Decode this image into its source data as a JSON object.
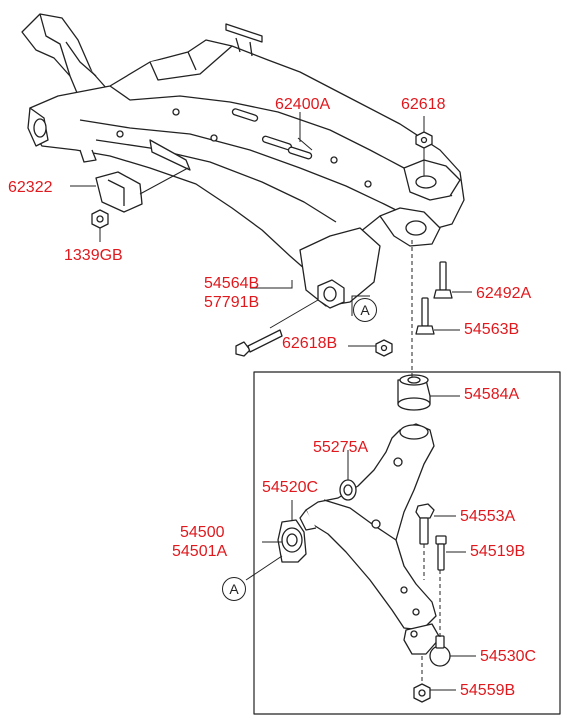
{
  "labels": {
    "p62400A": "62400A",
    "p62618_top": "62618",
    "p62322": "62322",
    "p1339GB": "1339GB",
    "p54564B": "54564B",
    "p57791B": "57791B",
    "p62492A": "62492A",
    "p62618B": "62618B",
    "p54563B": "54563B",
    "p54584A": "54584A",
    "p55275A": "55275A",
    "p54520C": "54520C",
    "p54500": "54500",
    "p54501A": "54501A",
    "p54553A": "54553A",
    "p54519B": "54519B",
    "p54530C": "54530C",
    "p54559B": "54559B"
  },
  "callouts": {
    "a_upper": "A",
    "a_lower": "A"
  },
  "colors": {
    "label": "#e0191e",
    "line": "#222222"
  }
}
